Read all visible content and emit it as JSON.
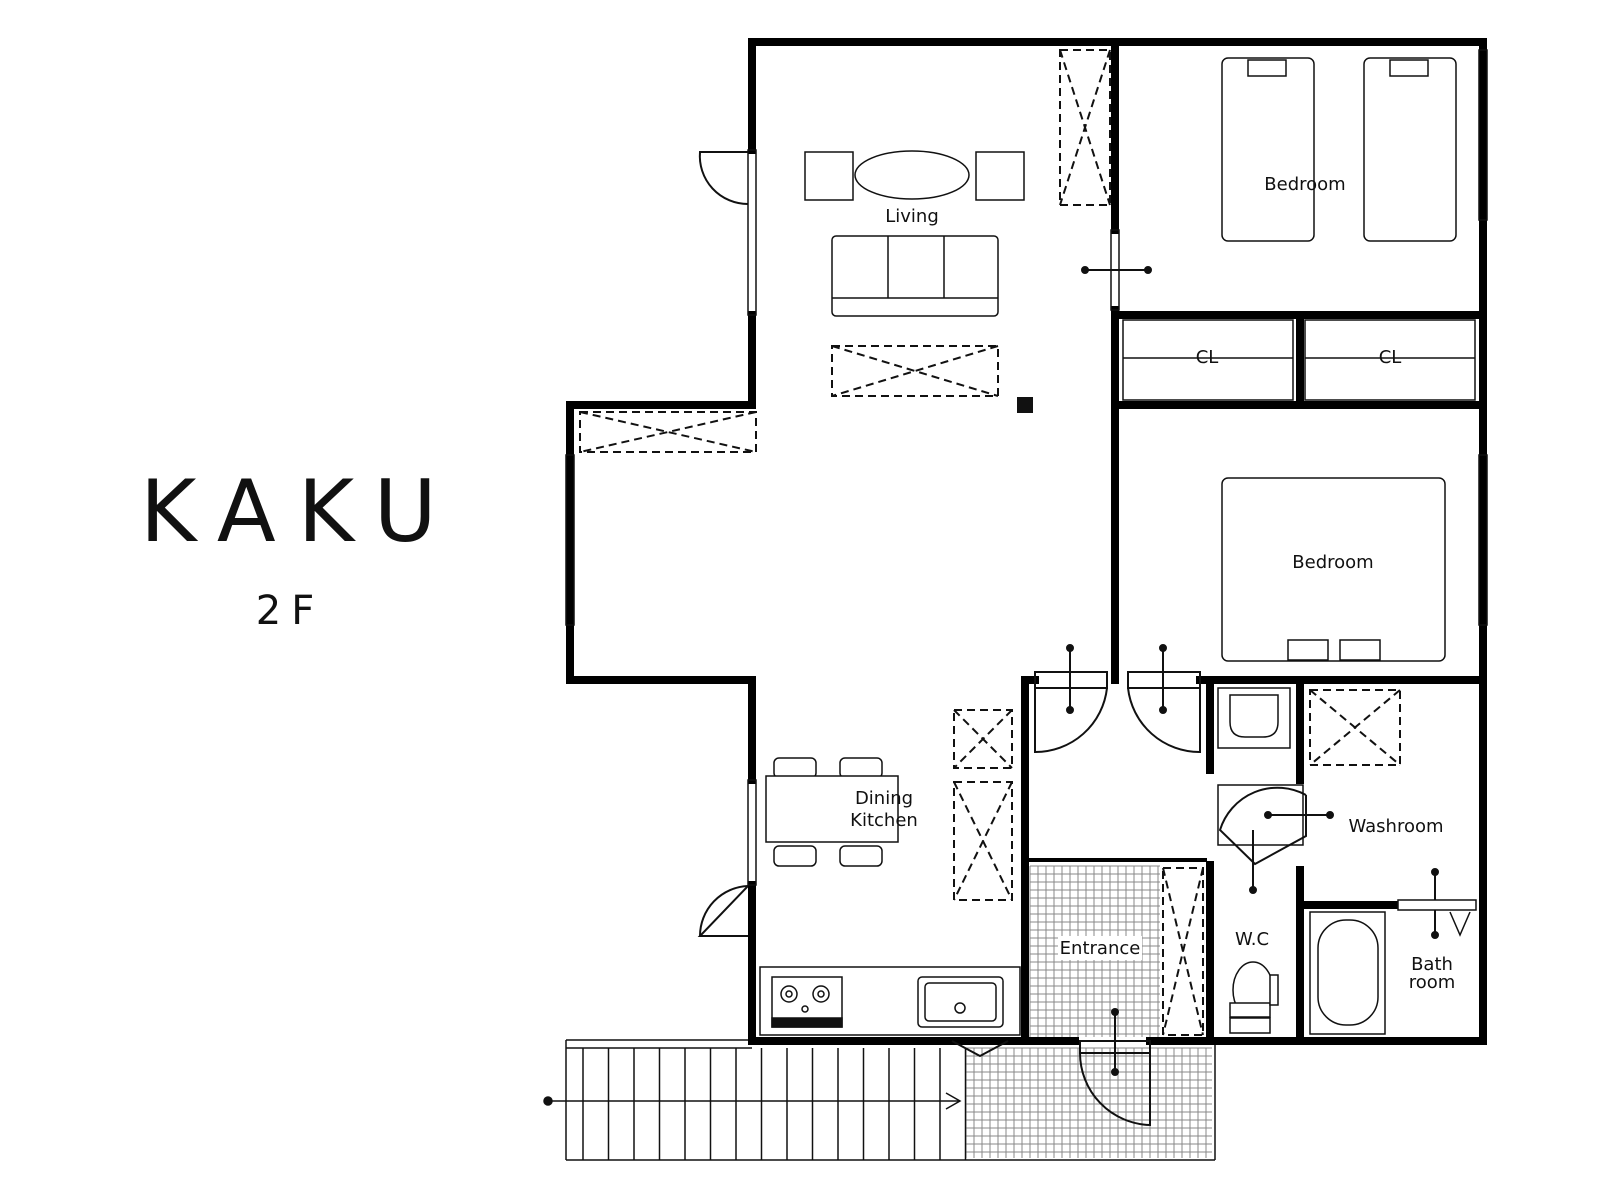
{
  "building": {
    "name": "KAKU",
    "floor": "2F"
  },
  "rooms": {
    "living": "Living",
    "bedroom_1": "Bedroom",
    "bedroom_2": "Bedroom",
    "closet_1": "CL",
    "closet_2": "CL",
    "dining_line1": "Dining",
    "dining_line2": "Kitchen",
    "washroom": "Washroom",
    "entrance": "Entrance",
    "wc": "W.C",
    "bath_line1": "Bath",
    "bath_line2": "room"
  },
  "colors": {
    "wall": "#000000",
    "line": "#111111",
    "background": "#ffffff"
  }
}
